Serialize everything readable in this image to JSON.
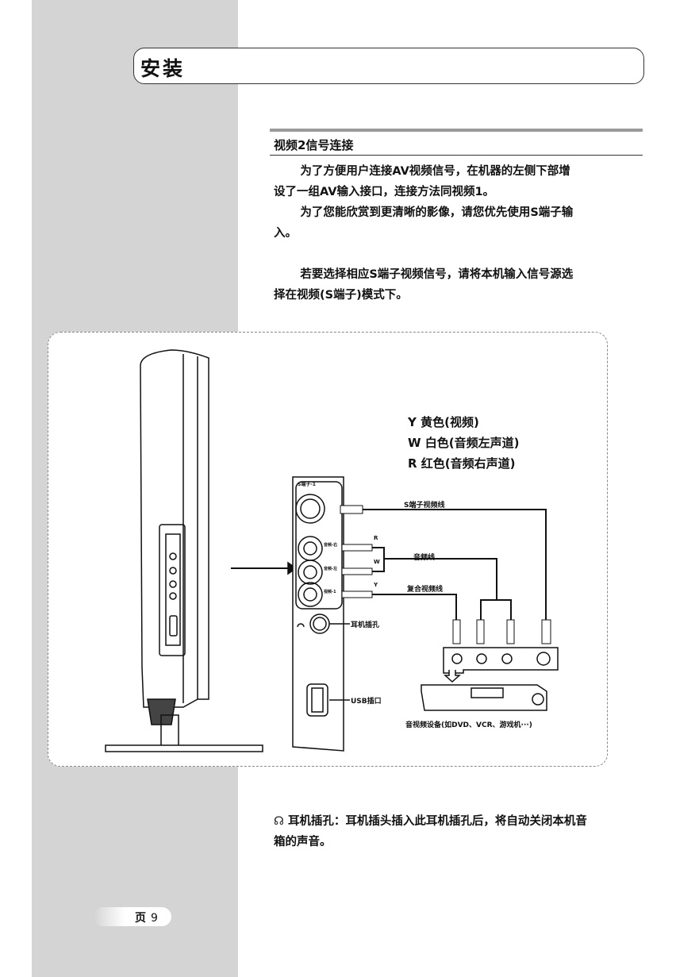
{
  "header": {
    "title": "安装"
  },
  "section": {
    "title": "视频2信号连接"
  },
  "paragraphs": [
    "为了方便用户连接AV视频信号，在机器的左侧下部增设了一组AV输入接口，连接方法同视频1。",
    "为了您能欣赏到更清晰的影像，请您优先使用S端子输入。",
    "若要选择相应S端子视频信号，请将本机输入信号源选择在视频(S端子)模式下。"
  ],
  "diagram": {
    "legend": [
      "Y 黄色(视频)",
      "W 白色(音频左声道)",
      "R 红色(音频右声道)"
    ],
    "port_labels": {
      "s": "S端子-1",
      "r": "音频-右",
      "l": "音频-左",
      "v": "视频-1"
    },
    "markers": [
      "R",
      "W",
      "Y"
    ],
    "cables": {
      "s_video": "S端子视频线",
      "audio": "音频线",
      "composite": "复合视频线"
    },
    "headphone": "耳机插孔",
    "usb": "USB插口",
    "device": "音视频设备(如DVD、VCR、游戏机···)"
  },
  "note": {
    "label": "耳机插孔：",
    "text": "耳机插头插入此耳机插孔后，将自动关闭本机音箱的声音。"
  },
  "page": {
    "label": "页",
    "number": "9"
  }
}
